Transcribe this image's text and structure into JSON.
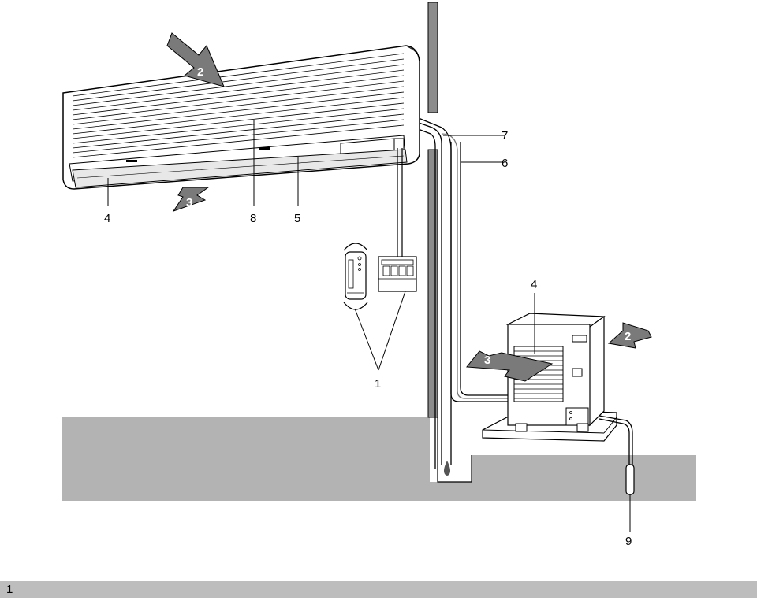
{
  "callouts": {
    "c1": "1",
    "c2_indoor": "2",
    "c2_outdoor": "2",
    "c3_indoor": "3",
    "c3_outdoor": "3",
    "c4_indoor": "4",
    "c4_outdoor": "4",
    "c5": "5",
    "c6": "6",
    "c7": "7",
    "c8": "8",
    "c9": "9"
  },
  "footer": {
    "page_number": "1"
  },
  "colors": {
    "ground": "#b3b3b3",
    "wall": "#8c8c8c",
    "arrow": "#7a7a7a",
    "footer": "#bdbdbd"
  }
}
